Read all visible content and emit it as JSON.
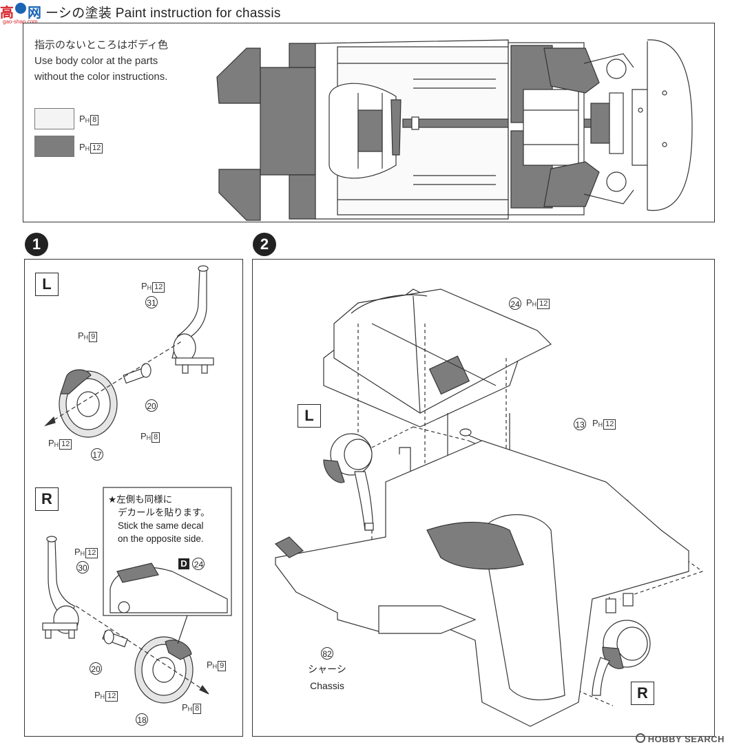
{
  "header": {
    "title": "ーシの塗装 Paint instruction for chassis",
    "logo_glyph_left": "高",
    "logo_glyph_right": "网",
    "logo_site": "gao-shan.com"
  },
  "paint_panel": {
    "note_jp": "指示のないところはボディ色",
    "note_en_1": "Use body color at the parts",
    "note_en_2": "without the color instructions.",
    "swatches": [
      {
        "color": "#f4f4f4",
        "code": "8"
      },
      {
        "color": "#7d7d7d",
        "code": "12"
      }
    ]
  },
  "paint_prefix": "P",
  "paint_sub": "H",
  "steps": [
    "1",
    "2"
  ],
  "step1": {
    "L": {
      "side": "L",
      "parts": [
        {
          "num": "31",
          "paint": "12"
        },
        {
          "num": "20",
          "paint": ""
        },
        {
          "num": "17",
          "paint": "12"
        }
      ],
      "paint_caliper": "9",
      "paint_rotor": "8"
    },
    "R": {
      "side": "R",
      "parts": [
        {
          "num": "30",
          "paint": "12"
        },
        {
          "num": "20",
          "paint": ""
        },
        {
          "num": "18",
          "paint": "12"
        }
      ],
      "paint_caliper": "9",
      "paint_rotor": "8",
      "callout_jp_1": "★左側も同様に",
      "callout_jp_2": "デカールを貼ります。",
      "callout_en_1": "Stick the same decal",
      "callout_en_2": "on the opposite side.",
      "decal_letter": "D",
      "decal_num": "24"
    }
  },
  "step2": {
    "part24": {
      "num": "24",
      "paint": "12"
    },
    "part13": {
      "num": "13",
      "paint": "12"
    },
    "side_L": "L",
    "side_R": "R",
    "chassis_num": "82",
    "chassis_jp": "シャーシ",
    "chassis_en": "Chassis"
  },
  "watermark": "HOBBY SEARCH",
  "colors": {
    "dark_part": "#7d7d7d",
    "light_part": "#f4f4f4",
    "line": "#333333"
  }
}
